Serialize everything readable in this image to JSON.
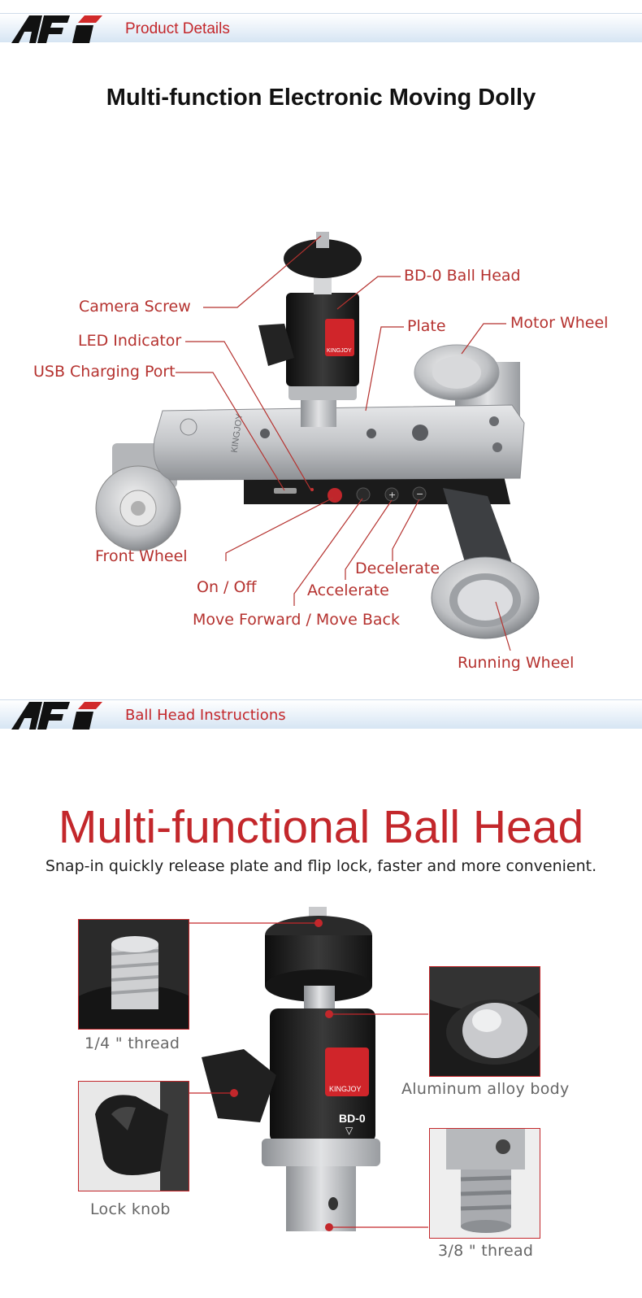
{
  "brand": {
    "logo_text": "AFI"
  },
  "section1": {
    "bar_title": "Product Details",
    "heading": "Multi-function Electronic Moving Dolly",
    "device_brand": "KINGJOY",
    "callouts": {
      "camera_screw": "Camera Screw",
      "led_indicator": "LED Indicator",
      "usb_port": "USB Charging Port",
      "ball_head": "BD-0 Ball Head",
      "plate": "Plate",
      "motor_wheel": "Motor Wheel",
      "front_wheel": "Front Wheel",
      "on_off": "On / Off",
      "move": "Move Forward / Move Back",
      "accelerate": "Accelerate",
      "decelerate": "Decelerate",
      "running_wheel": "Running Wheel"
    }
  },
  "section2": {
    "bar_title": "Ball Head Instructions",
    "heading": "Multi-functional Ball Head",
    "subheading": "Snap-in quickly release plate and flip lock, faster and more convenient.",
    "device_brand": "KINGJOY",
    "model": "BD-0",
    "captions": {
      "thread_quarter": "1/4 \" thread",
      "lock_knob": "Lock knob",
      "aluminum": "Aluminum alloy body",
      "thread_38": "3/8 \" thread"
    }
  },
  "colors": {
    "accent": "#c3272b",
    "callout": "#b5322f",
    "caption": "#666666"
  }
}
